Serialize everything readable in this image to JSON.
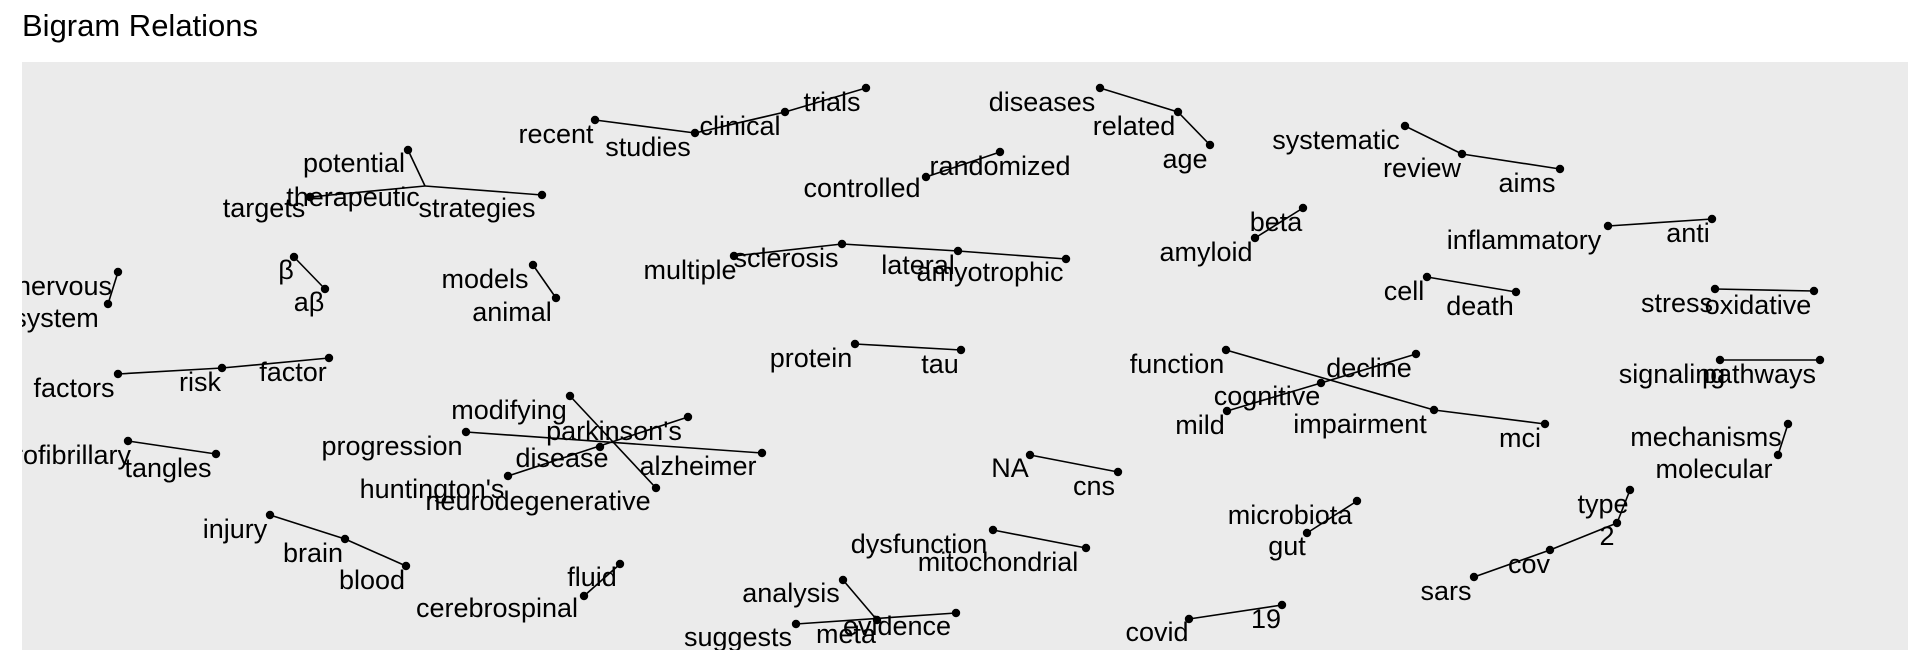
{
  "title": "Bigram Relations",
  "colors": {
    "panel": "#ebebeb",
    "edge": "#000000",
    "text": "#000000"
  },
  "nodes": {
    "recent": "recent",
    "studies": "studies",
    "clinical": "clinical",
    "trials": "trials",
    "diseases": "diseases",
    "related": "related",
    "age": "age",
    "systematic": "systematic",
    "review": "review",
    "aims": "aims",
    "randomized": "randomized",
    "controlled": "controlled",
    "potential": "potential",
    "therapeutic": "therapeutic",
    "targets": "targets",
    "strategies": "strategies",
    "beta": "beta",
    "amyloid": "amyloid",
    "inflammatory": "inflammatory",
    "anti": "anti",
    "nervous": "nervous",
    "system": "system",
    "beta_sym": "β",
    "abeta": "aβ",
    "models": "models",
    "animal": "animal",
    "multiple": "multiple",
    "sclerosis": "sclerosis",
    "lateral": "lateral",
    "amyotrophic": "amyotrophic",
    "cell": "cell",
    "death": "death",
    "stress": "stress",
    "oxidative": "oxidative",
    "factors": "factors",
    "risk": "risk",
    "factor": "factor",
    "protein": "protein",
    "tau": "tau",
    "function": "function",
    "decline": "decline",
    "cognitive": "cognitive",
    "mild": "mild",
    "impairment": "impairment",
    "mci": "mci",
    "signaling": "signaling",
    "pathways": "pathways",
    "modifying": "modifying",
    "parkinsons": "parkinson's",
    "progression": "progression",
    "disease": "disease",
    "alzheimer": "alzheimer",
    "huntingtons": "huntington's",
    "neurodegenerative": "neurodegenerative",
    "neurofibrillary": "neurofibrillary",
    "tangles": "tangles",
    "na": "NA",
    "cns": "cns",
    "mechanisms": "mechanisms",
    "molecular": "molecular",
    "injury": "injury",
    "brain": "brain",
    "blood": "blood",
    "microbiota": "microbiota",
    "gut": "gut",
    "type": "type",
    "two": "2",
    "cov": "cov",
    "sars": "sars",
    "fluid": "fluid",
    "cerebrospinal": "cerebrospinal",
    "dysfunction": "dysfunction",
    "mitochondrial": "mitochondrial",
    "analysis": "analysis",
    "meta": "meta",
    "evidence": "evidence",
    "suggests": "suggests",
    "covid": "covid",
    "nineteen": "19"
  }
}
